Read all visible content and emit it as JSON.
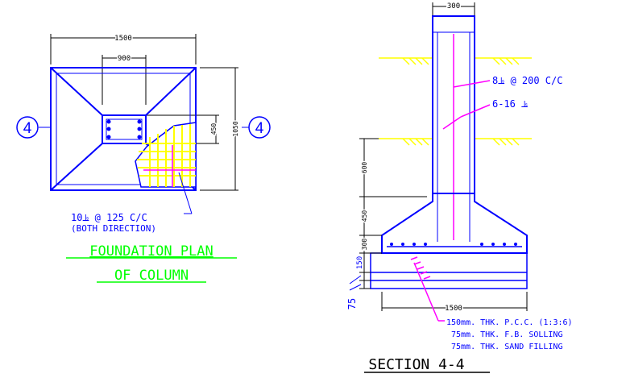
{
  "plan": {
    "dim_width": "1500",
    "dim_column": "900",
    "dim_height": "1050",
    "dim_column_depth": "450",
    "grid_left": "4",
    "grid_right": "4",
    "rebar_line1": "10⫡  @ 125 C/C",
    "rebar_line2": "(BOTH DIRECTION)",
    "title_line1": "FOUNDATION PLAN",
    "title_line2": "OF COLUMN"
  },
  "section": {
    "dim_column_top": "300",
    "stirrup_label": "8⫡  @ 200 C/C",
    "main_bar_label": "6-16 ⫡",
    "dim_600": "600",
    "dim_450": "450",
    "dim_300": "300",
    "dim_150": "150",
    "dim_75": "75",
    "dim_base": "1500",
    "layer1": "150mm. THK. P.C.C. (1:3:6)",
    "layer2": "75mm. THK. F.B. SOLLING",
    "layer3": "75mm. THK. SAND FILLING",
    "title": "SECTION 4-4"
  },
  "colors": {
    "structure": "#0000ff",
    "dimension": "#000000",
    "rebar": "#ff00ff",
    "ground": "#ffff00",
    "title": "#00ff00",
    "section_title": "#000000"
  }
}
